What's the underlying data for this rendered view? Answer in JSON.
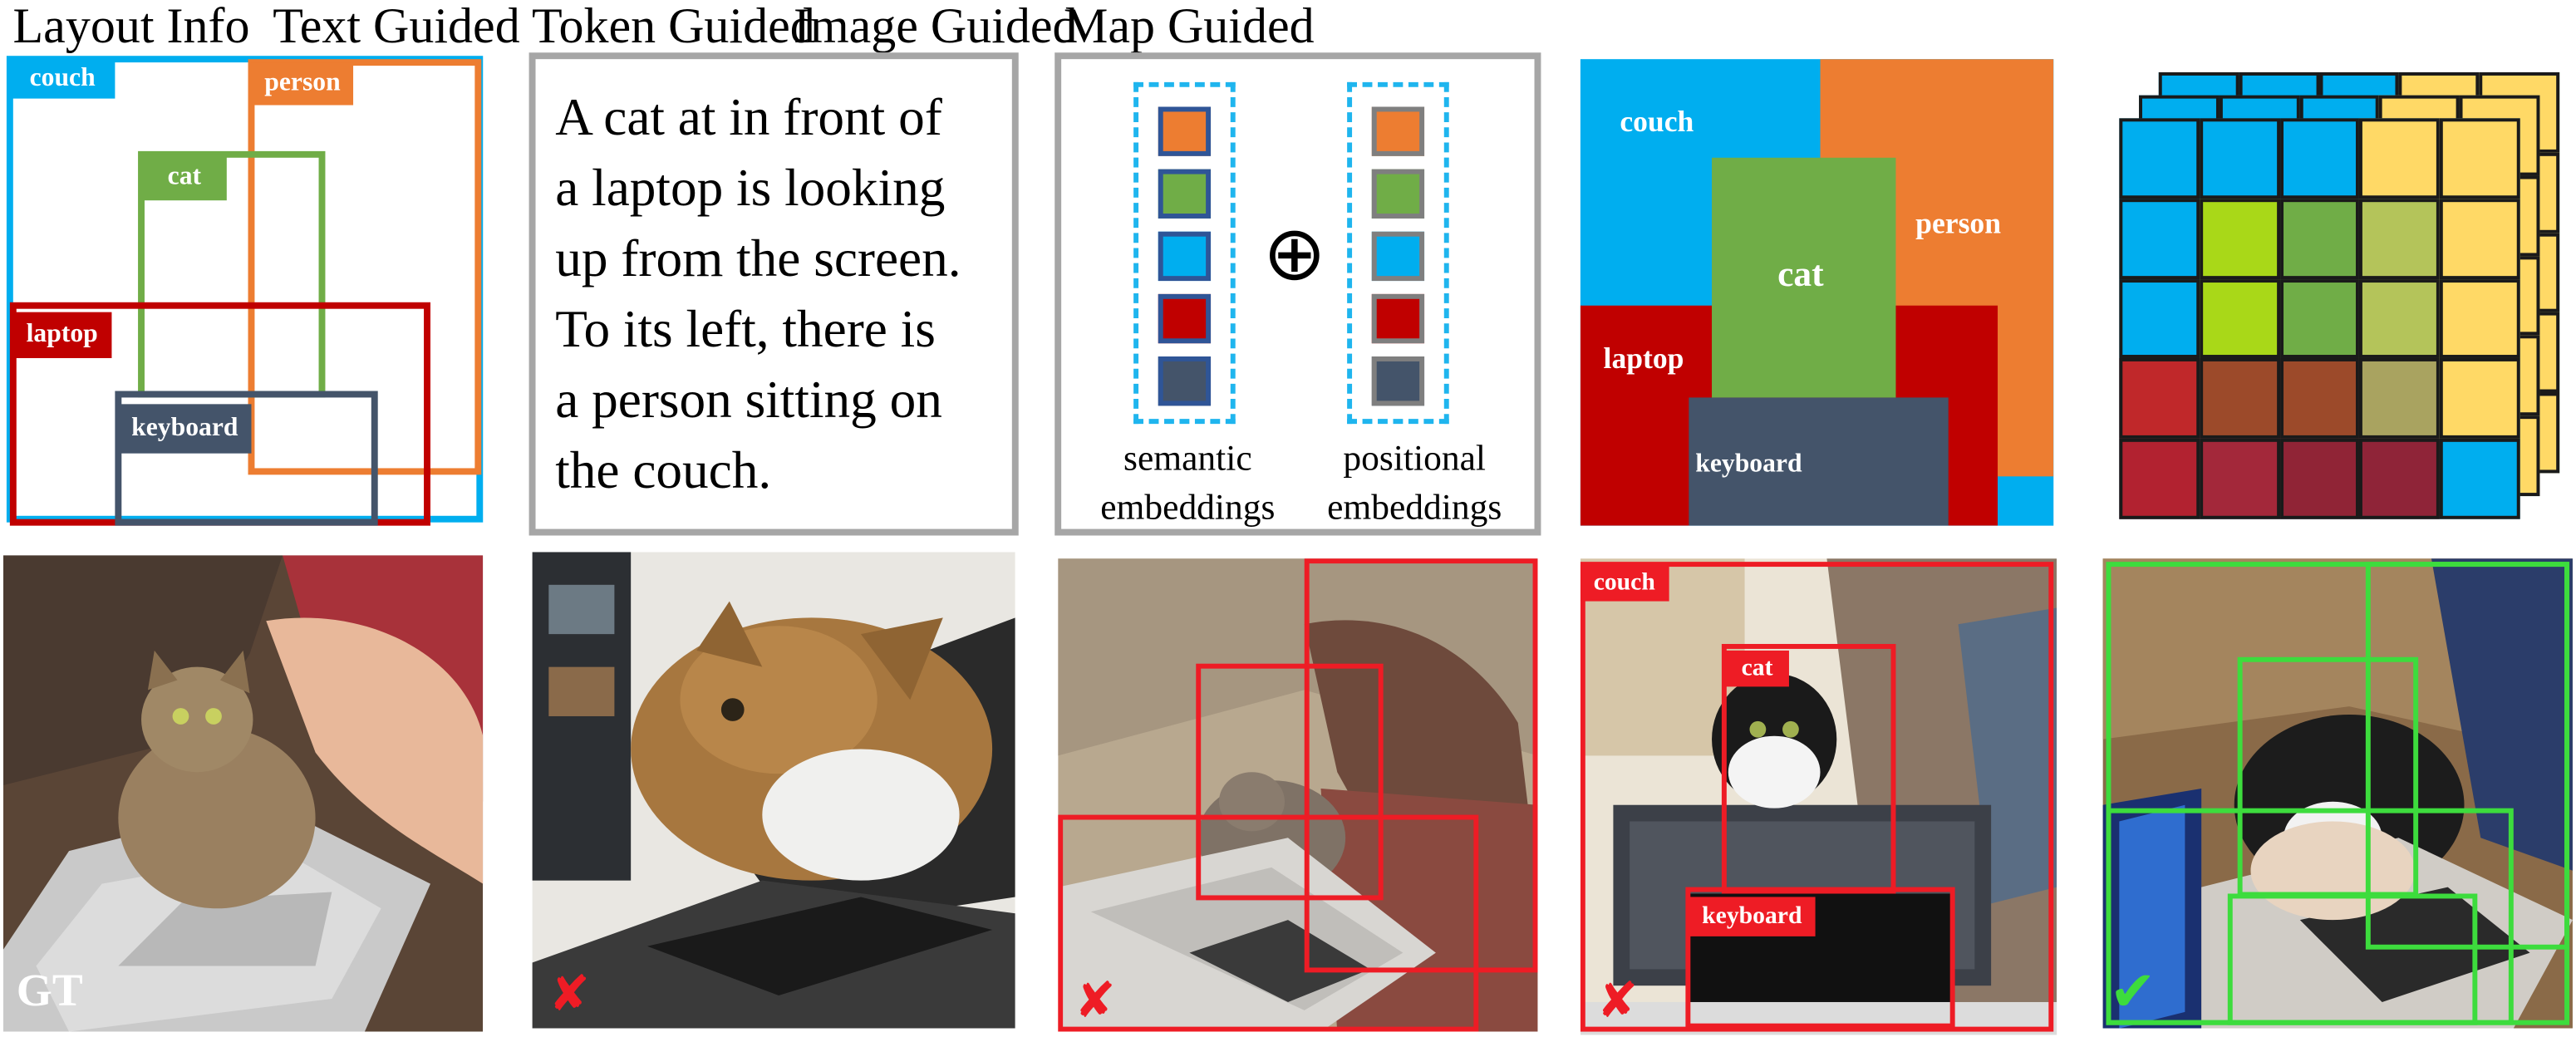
{
  "columns": {
    "layout": "Layout Info",
    "text": "Text Guided",
    "token": "Token Guided",
    "image": "Image Guided",
    "map": "Map Guided"
  },
  "layout_labels": {
    "couch": "couch",
    "person": "person",
    "cat": "cat",
    "laptop": "laptop",
    "keyboard": "keyboard"
  },
  "text_prompt": {
    "lines": [
      "A cat at in front of",
      "a laptop is looking",
      "up from the screen.",
      "To its left, there is",
      "a person sitting on",
      "the couch."
    ]
  },
  "token": {
    "operator": "⊕",
    "semantic_label": [
      "semantic",
      "embeddings"
    ],
    "positional_label": [
      "positional",
      "embeddings"
    ]
  },
  "image_labels": {
    "couch": "couch",
    "person": "person",
    "cat": "cat",
    "laptop": "laptop",
    "keyboard": "keyboard"
  },
  "results": {
    "gt_label": "GT",
    "fail_mark": "✘",
    "pass_mark": "✔",
    "image_guided_tags": {
      "couch": "couch",
      "cat": "cat",
      "keyboard": "keyboard"
    }
  },
  "colors": {
    "couch": "#00aeef",
    "person": "#ed7d31",
    "cat": "#70ad47",
    "laptop": "#c00000",
    "keyboard": "#44546a",
    "border_gray": "#a6a6a6",
    "dashed_blue": "#1fb5ee",
    "box_red": "#ee1c25",
    "box_green": "#3ddc3d",
    "map_yellow": "#ffd966",
    "map_lime": "#a9d18e"
  }
}
